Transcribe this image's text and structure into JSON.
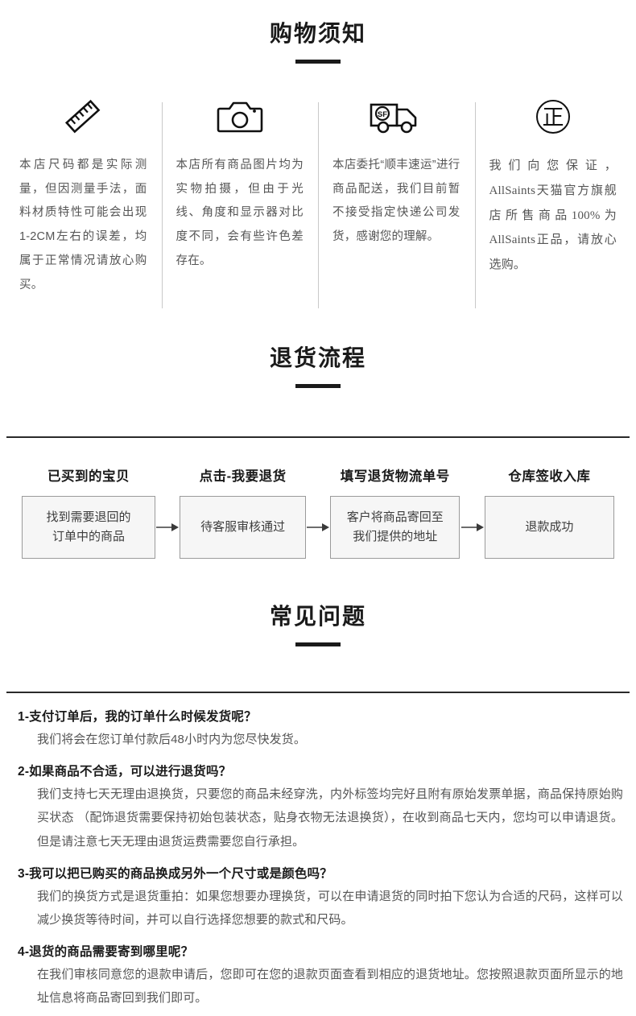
{
  "notice": {
    "title": "购物须知",
    "columns": [
      {
        "icon": "ruler-icon",
        "text": "本店尺码都是实际测量，但因测量手法，面料材质特性可能会出现1-2CM左右的误差，均属于正常情况请放心购买。"
      },
      {
        "icon": "camera-icon",
        "text": "本店所有商品图片均为实物拍摄，但由于光线、角度和显示器对比度不同，会有些许色差存在。"
      },
      {
        "icon": "sf-truck-icon",
        "icon_label": "SF",
        "text": "本店委托“顺丰速运”进行商品配送，我们目前暂不接受指定快递公司发货，感谢您的理解。"
      },
      {
        "icon": "authentic-seal-icon",
        "icon_label": "正",
        "text": "我们向您保证，AllSaints天猫官方旗舰店所售商品100%为AllSaints正品，请放心选购。"
      }
    ]
  },
  "return_flow": {
    "title": "退货流程",
    "steps": [
      {
        "label": "已买到的宝贝",
        "body": "找到需要退回的\n订单中的商品"
      },
      {
        "label": "点击-我要退货",
        "body": "待客服审核通过"
      },
      {
        "label": "填写退货物流单号",
        "body": "客户将商品寄回至\n我们提供的地址"
      },
      {
        "label": "仓库签收入库",
        "body": "退款成功"
      }
    ]
  },
  "faq": {
    "title": "常见问题",
    "items": [
      {
        "question": "1-支付订单后，我的订单什么时候发货呢？",
        "answer": "我们将会在您订单付款后48小时内为您尽快发货。"
      },
      {
        "question": "2-如果商品不合适，可以进行退货吗？",
        "answer": "我们支持七天无理由退换货，只要您的商品未经穿洗，内外标签均完好且附有原始发票单据，商品保持原始购买状态 （配饰退货需要保持初始包装状态，贴身衣物无法退换货），在收到商品七天内，您均可以申请退货。但是请注意七天无理由退货运费需要您自行承担。"
      },
      {
        "question": "3-我可以把已购买的商品换成另外一个尺寸或是颜色吗？",
        "answer": "我们的换货方式是退货重拍：如果您想要办理换货，可以在申请退货的同时拍下您认为合适的尺码，这样可以减少换货等待时间，并可以自行选择您想要的款式和尺码。"
      },
      {
        "question": "4-退货的商品需要寄到哪里呢？",
        "answer": "在我们审核同意您的退款申请后，您即可在您的退款页面查看到相应的退货地址。您按照退款页面所显示的地址信息将商品寄回到我们即可。"
      }
    ]
  },
  "colors": {
    "heading": "#1a1a1a",
    "body_text": "#555555",
    "box_fill": "#f6f6f6",
    "box_border": "#9a9a9a",
    "divider": "#2a2a2a"
  }
}
